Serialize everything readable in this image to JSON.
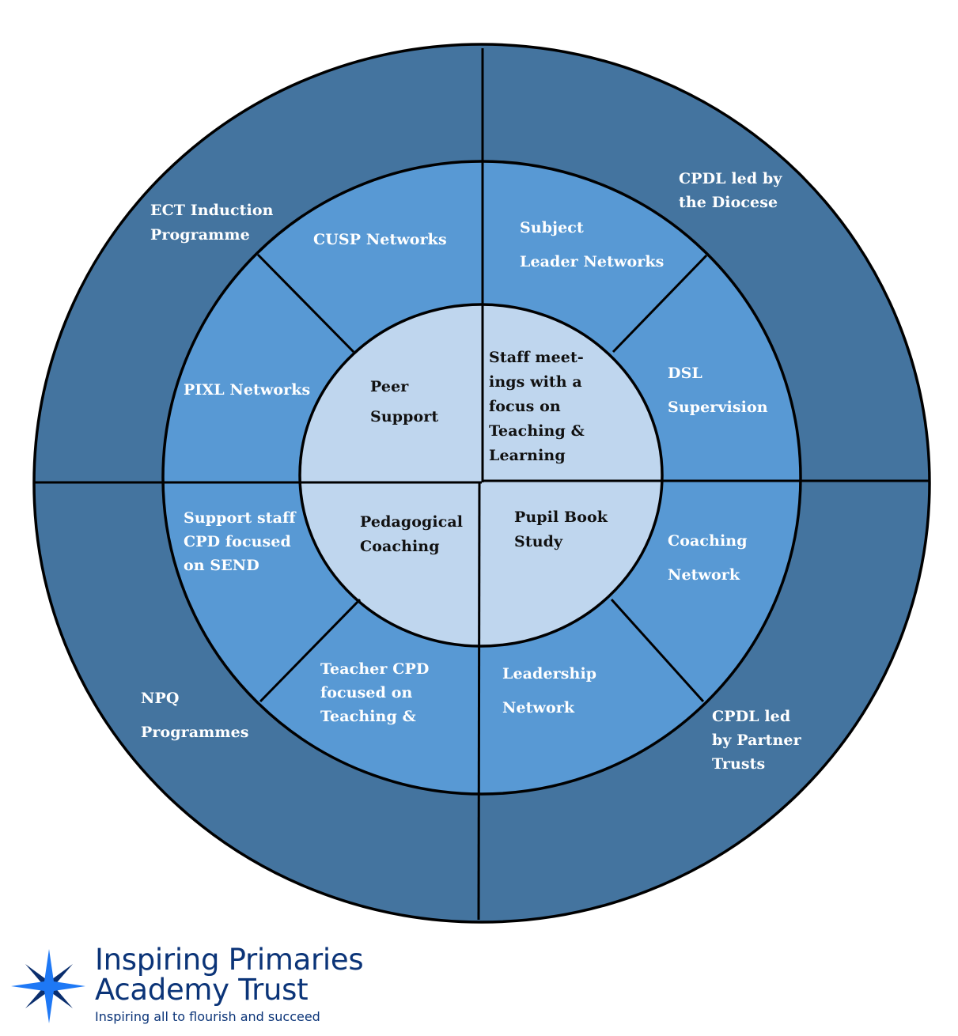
{
  "diagram": {
    "colors": {
      "outer_ring": "#44749f",
      "middle_ring": "#5899d4",
      "inner_circle": "#bfd6ee",
      "lines": "#000000"
    },
    "inner": [
      {
        "id": "peer-support",
        "label": "Peer\nSupport"
      },
      {
        "id": "staff-meetings",
        "label": "Staff meet-\nings with a\nfocus on\nTeaching &\nLearning"
      },
      {
        "id": "pedagogical-coaching",
        "label": "Pedagogical\nCoaching"
      },
      {
        "id": "pupil-book-study",
        "label": "Pupil Book\nStudy"
      }
    ],
    "middle": [
      {
        "id": "cusp-networks",
        "label": "CUSP Networks"
      },
      {
        "id": "subject-leader-networks",
        "label": "Subject\nLeader Networks"
      },
      {
        "id": "pixl-networks",
        "label": "PIXL Networks"
      },
      {
        "id": "dsl-supervision",
        "label": "DSL\nSupervision"
      },
      {
        "id": "support-staff-cpd",
        "label": "Support staff\nCPD focused\non SEND"
      },
      {
        "id": "coaching-network",
        "label": "Coaching\nNetwork"
      },
      {
        "id": "teacher-cpd",
        "label": "Teacher CPD\nfocused on\nTeaching &"
      },
      {
        "id": "leadership-network",
        "label": "Leadership\nNetwork"
      }
    ],
    "outer": [
      {
        "id": "ect-induction",
        "label": "ECT Induction\nProgramme"
      },
      {
        "id": "cpdl-diocese",
        "label": "CPDL led by\nthe Diocese"
      },
      {
        "id": "npq-programmes",
        "label": "NPQ\nProgrammes"
      },
      {
        "id": "cpdl-partner-trusts",
        "label": "CPDL led\nby Partner\nTrusts"
      }
    ]
  },
  "logo": {
    "title": "Inspiring Primaries\nAcademy Trust",
    "tagline": "Inspiring all to flourish and succeed",
    "colors": {
      "star_primary": "#1e78f5",
      "star_secondary": "#0a2e6e",
      "text": "#0b3478"
    }
  }
}
